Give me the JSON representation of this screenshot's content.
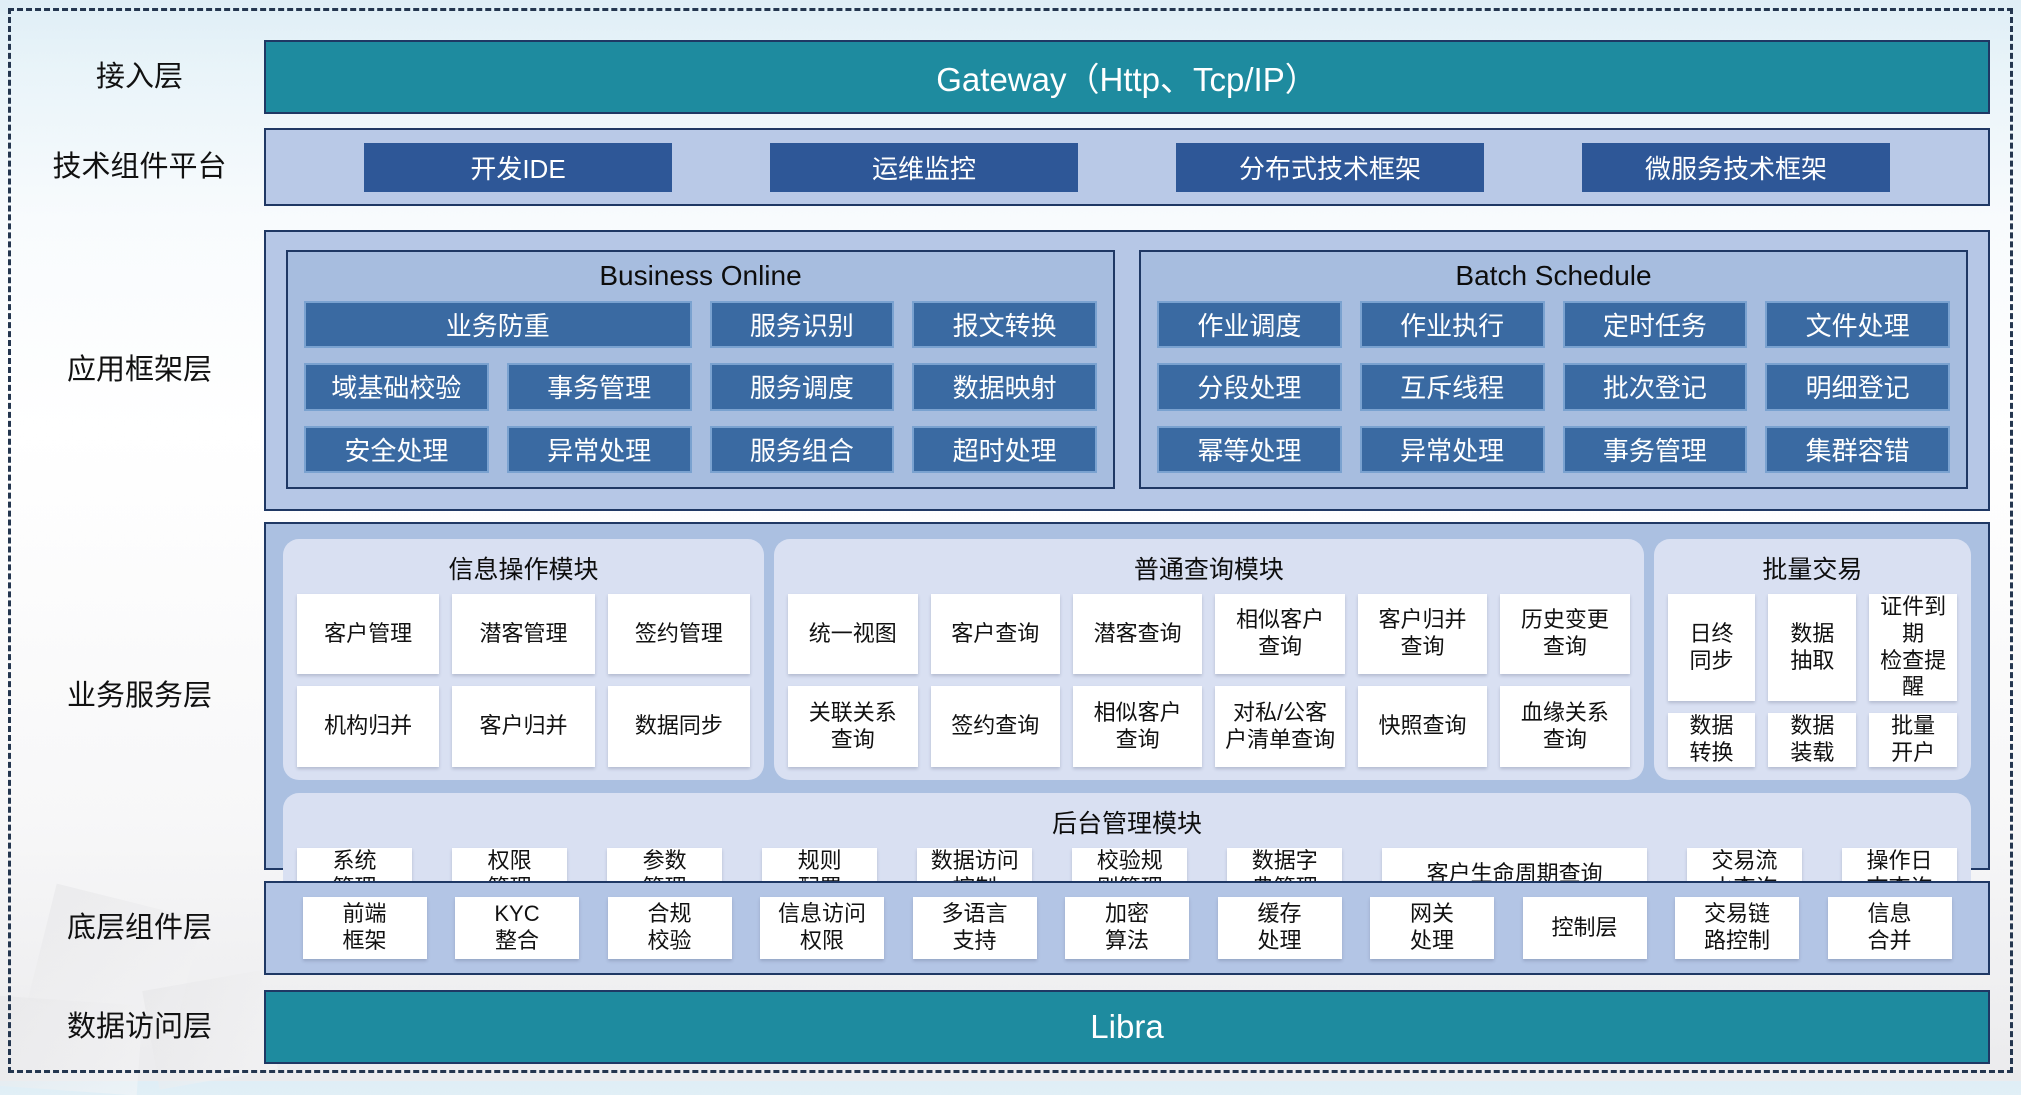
{
  "colors": {
    "teal_bar": "#1e8b9f",
    "navy_border": "#1f3864",
    "dark_blue_button": "#2e5797",
    "steel_blue_button": "#3a6aa2",
    "layer_fill": "#b6c7e6",
    "panel_fill": "#d9e0f2"
  },
  "layer_labels": {
    "access": "接入层",
    "tech": "技术组件平台",
    "app": "应用框架层",
    "business": "业务服务层",
    "base": "底层组件层",
    "data": "数据访问层"
  },
  "gateway": {
    "title": "Gateway（Http、Tcp/IP）"
  },
  "tech_platform": {
    "items": [
      "开发IDE",
      "运维监控",
      "分布式技术框架",
      "微服务技术框架"
    ]
  },
  "business_online": {
    "title": "Business Online",
    "items": [
      "业务防重",
      "服务识别",
      "报文转换",
      "域基础校验",
      "事务管理",
      "服务调度",
      "数据映射",
      "安全处理",
      "异常处理",
      "服务组合",
      "超时处理"
    ]
  },
  "batch_schedule": {
    "title": "Batch Schedule",
    "items": [
      "作业调度",
      "作业执行",
      "定时任务",
      "文件处理",
      "分段处理",
      "互斥线程",
      "批次登记",
      "明细登记",
      "幂等处理",
      "异常处理",
      "事务管理",
      "集群容错"
    ]
  },
  "info_module": {
    "title": "信息操作模块",
    "items": [
      "客户管理",
      "潜客管理",
      "签约管理",
      "机构归并",
      "客户归并",
      "数据同步"
    ]
  },
  "query_module": {
    "title": "普通查询模块",
    "items": [
      "统一视图",
      "客户查询",
      "潜客查询",
      "相似客户\n查询",
      "客户归并\n查询",
      "历史变更\n查询",
      "关联关系\n查询",
      "签约查询",
      "相似客户\n查询",
      "对私/公客\n户清单查询",
      "快照查询",
      "血缘关系\n查询"
    ]
  },
  "batch_trade": {
    "title": "批量交易",
    "items": [
      "日终\n同步",
      "数据\n抽取",
      "证件到期\n检查提醒",
      "数据\n转换",
      "数据\n装载",
      "批量\n开户"
    ]
  },
  "admin_module": {
    "title": "后台管理模块",
    "items": [
      "系统\n管理",
      "权限\n管理",
      "参数\n管理",
      "规则\n配置",
      "数据访问\n控制",
      "校验规\n则管理",
      "数据字\n典管理",
      "客户生命周期查询",
      "交易流\n水查询",
      "操作日\n志查询"
    ]
  },
  "base_components": {
    "items": [
      "前端\n框架",
      "KYC\n整合",
      "合规\n校验",
      "信息访问\n权限",
      "多语言\n支持",
      "加密\n算法",
      "缓存\n处理",
      "网关\n处理",
      "控制层",
      "交易链\n路控制",
      "信息\n合并"
    ]
  },
  "data_access": {
    "title": "Libra"
  }
}
